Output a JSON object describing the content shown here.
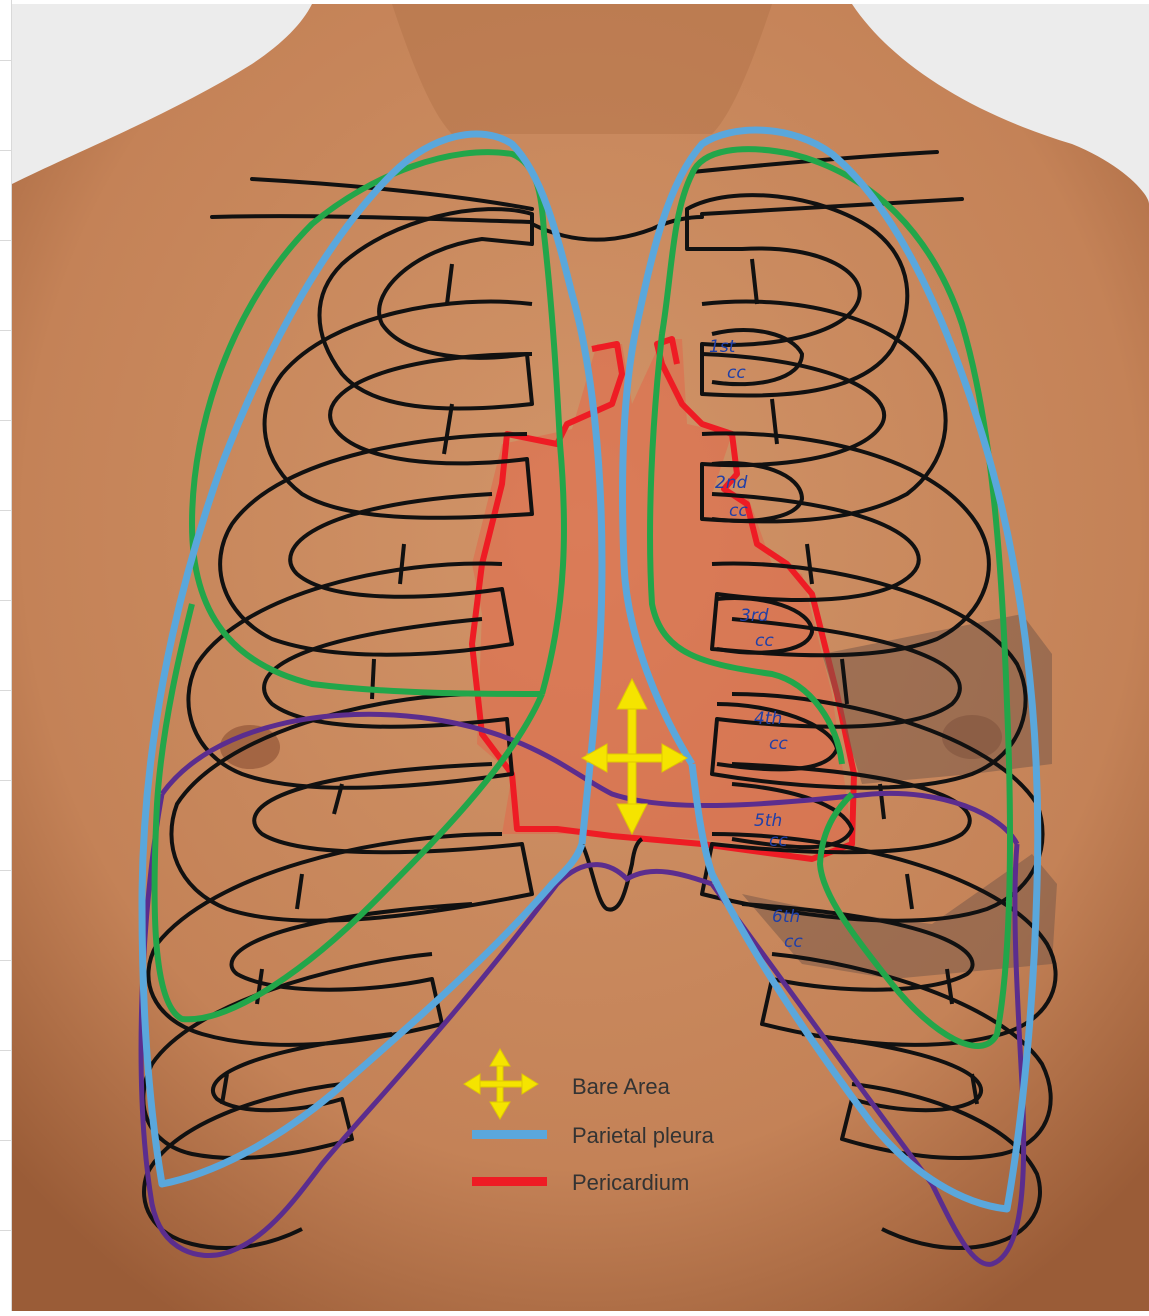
{
  "figure": {
    "costal_cartilage_labels": [
      {
        "line1": "1st",
        "line2": "cc"
      },
      {
        "line1": "2nd",
        "line2": "cc"
      },
      {
        "line1": "3rd",
        "line2": "cc"
      },
      {
        "line1": "4th",
        "line2": "cc"
      },
      {
        "line1": "5th",
        "line2": "cc"
      },
      {
        "line1": "6th",
        "line2": "cc"
      }
    ],
    "legend": [
      {
        "label": "Bare Area",
        "icon": "four-way-arrow-icon",
        "color": "#f5e400"
      },
      {
        "label": "Parietal pleura",
        "icon": "line-swatch",
        "color": "#5aa7dc"
      },
      {
        "label": "Pericardium",
        "icon": "line-swatch",
        "color": "#ee1c24"
      }
    ],
    "colors": {
      "skin": "#c98a5e",
      "skin_shadow": "#a96a42",
      "ribs": "#111111",
      "parietal_pleura": "#5aa7dc",
      "lung_outline": "#22a64a",
      "pericardium": "#ee1c24",
      "diaphragm": "#5b2d8e",
      "bare_area_arrow": "#f5e400",
      "label_ink": "#1f3fa8"
    }
  }
}
